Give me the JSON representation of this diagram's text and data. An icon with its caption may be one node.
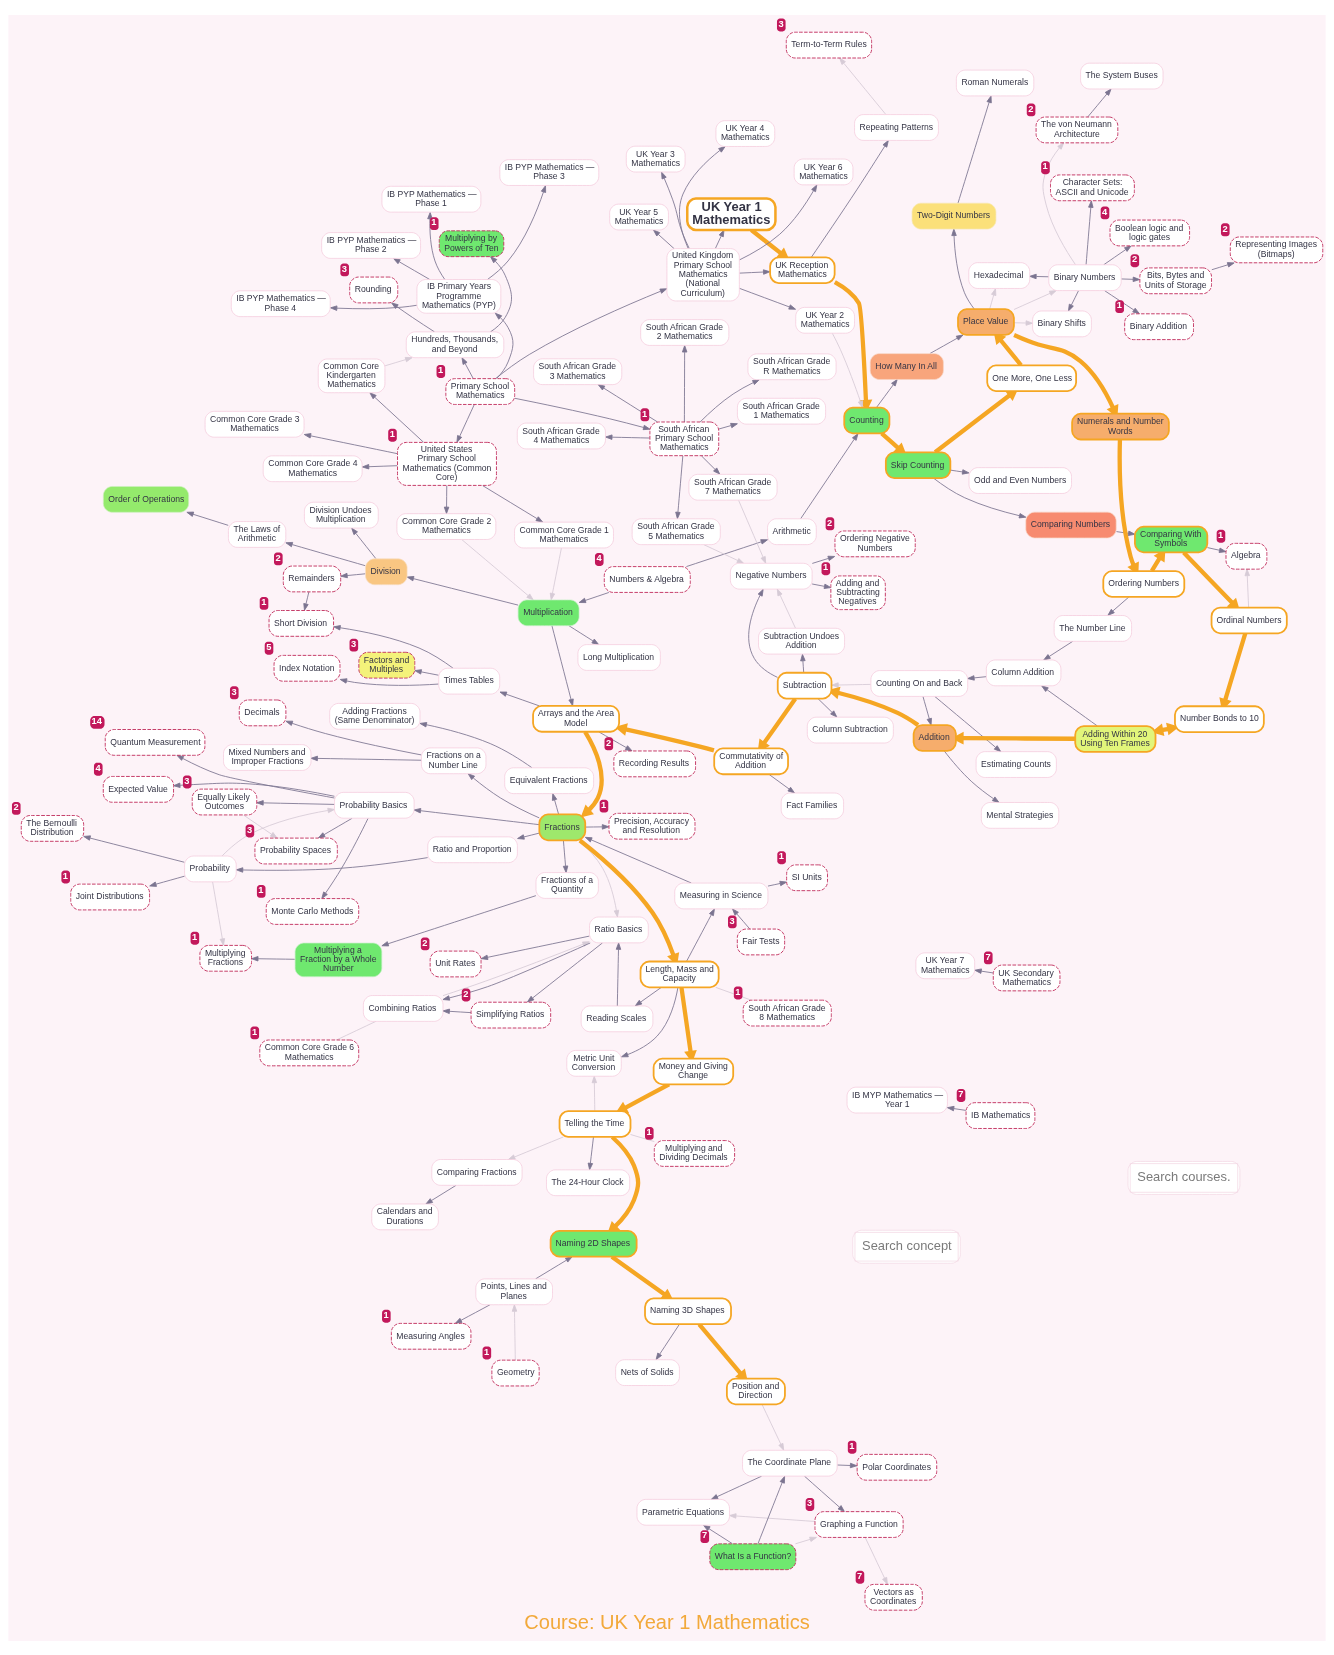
{
  "diagram": {
    "caption": "Course: UK Year 1 Mathematics",
    "nodes": [
      {
        "text": [
          "UK Year 5 Mathematics"
        ]
      },
      {
        "text": [
          "UK Year 1 Mathematics"
        ]
      },
      {
        "text": [
          "UK Year 4 Mathematics"
        ]
      },
      {
        "text": [
          "Repeating Patterns"
        ]
      },
      {
        "text": [
          "Term-to-Term Rules"
        ],
        "beside": [
          "3"
        ]
      },
      {
        "text": [
          "IB PYP Mathematics — Phase 1"
        ]
      },
      {
        "text": [
          "UK Year 6 Mathematics"
        ]
      },
      {
        "text": [
          "Multiplying by Powers of Ten"
        ],
        "beside": [
          "1"
        ]
      },
      {
        "text": [
          "United Kingdom Primary School Mathematics (National Curriculum)"
        ]
      },
      {
        "text": [
          "UK Reception Mathematics"
        ]
      },
      {
        "text": [
          "UK Year 2 Mathematics"
        ]
      },
      {
        "text": [
          "IB PYP Mathematics — Phase 3"
        ]
      },
      {
        "text": [
          "Odd and Even Numbers"
        ]
      },
      {
        "text": [
          "Counting"
        ]
      },
      {
        "text": [
          "Rounding"
        ],
        "beside": [
          "3"
        ]
      },
      {
        "text": [
          "IB PYP Mathematics — Phase 4"
        ]
      },
      {
        "text": [
          "Hundreds, Thousands, and Beyond"
        ]
      },
      {
        "text": [
          "UK Year 3 Mathematics"
        ]
      },
      {
        "text": [
          "Skip Counting"
        ]
      },
      {
        "text": [
          "IB Primary Years Programme Mathematics (PYP)"
        ]
      },
      {
        "text": [
          "IB PYP Mathematics — Phase 2"
        ]
      },
      {
        "text": [
          "How Many In All"
        ]
      },
      {
        "text": [
          "Common Core Kindergarten Mathematics"
        ]
      },
      {
        "text": [
          "One More, One Less"
        ]
      },
      {
        "text": [
          "Roman Numerals"
        ]
      },
      {
        "text": [
          "Arithmetic"
        ]
      },
      {
        "text": [
          "Two-Digit Numbers"
        ]
      },
      {
        "text": [
          "The von Neumann Architecture"
        ],
        "beside": [
          "2"
        ]
      },
      {
        "text": [
          "Common Core Grade 4 Mathematics"
        ]
      },
      {
        "text": [
          "Hexadecimal"
        ]
      },
      {
        "text": [
          "Primary School Mathematics"
        ],
        "beside": [
          "1"
        ]
      },
      {
        "text": [
          "Place Value"
        ]
      },
      {
        "text": [
          "Comparing Numbers"
        ]
      },
      {
        "text": [
          "South African Grade 4 Mathematics"
        ]
      },
      {
        "text": [
          "South African Grade R Mathematics"
        ]
      },
      {
        "text": [
          "Binary Shifts"
        ]
      },
      {
        "text": [
          "Boolean logic and logic gates"
        ],
        "beside": [
          "4"
        ]
      },
      {
        "text": [
          "United States Primary School Mathematics (Common Core)"
        ],
        "beside": [
          "1"
        ]
      },
      {
        "text": [
          "Numerals and Number Words"
        ]
      },
      {
        "text": [
          "Character Sets: ASCII and Unicode"
        ],
        "beside": [
          "1"
        ]
      },
      {
        "text": [
          "South African Grade 3 Mathematics"
        ]
      },
      {
        "text": [
          "Binary Numbers"
        ]
      },
      {
        "text": [
          "The System Buses"
        ]
      },
      {
        "text": [
          "UK Year 7 Mathematics"
        ]
      },
      {
        "text": [
          "Representing Images (Bitmaps)"
        ],
        "beside": [
          "2"
        ]
      },
      {
        "text": [
          "Bits, Bytes and Units of Storage"
        ],
        "beside": [
          "2"
        ]
      },
      {
        "text": [
          "Numbers & Algebra"
        ],
        "beside": [
          "4"
        ]
      },
      {
        "text": [
          "Ordering Numbers"
        ]
      },
      {
        "text": [
          "Binary Addition"
        ],
        "beside": [
          "1"
        ]
      },
      {
        "text": [
          "South African Primary School Mathematics"
        ],
        "beside": [
          "1"
        ]
      },
      {
        "text": [
          "South African Grade 1 Mathematics"
        ]
      },
      {
        "text": [
          "UK Secondary Mathematics"
        ],
        "beside": [
          "7"
        ]
      },
      {
        "text": [
          "Common Core Grade 3 Mathematics"
        ]
      },
      {
        "text": [
          "Common Core Grade 1 Mathematics"
        ]
      },
      {
        "text": [
          "Common Core Grade 2 Mathematics"
        ]
      },
      {
        "text": [
          "Comparing With Symbols"
        ]
      },
      {
        "text": [
          "South African Grade 2 Mathematics"
        ]
      },
      {
        "text": [
          "Algebra"
        ],
        "beside": [
          "1"
        ]
      },
      {
        "text": [
          "The Number Line"
        ]
      },
      {
        "text": [
          "IB MYP Mathematics — Year 1"
        ]
      },
      {
        "text": [
          "IB Mathematics"
        ],
        "beside": [
          "7"
        ]
      },
      {
        "text": [
          "South African Grade 5 Mathematics"
        ]
      },
      {
        "text": [
          "South African Grade 7 Mathematics"
        ]
      },
      {
        "text": [
          "Ordinal Numbers"
        ]
      },
      {
        "text": [
          "Multiplication"
        ]
      },
      {
        "text": [
          "Long Multiplication"
        ]
      },
      {
        "text": [
          "Column Addition"
        ]
      },
      {
        "text": [
          "Number Bonds to 10"
        ]
      },
      {
        "text": [
          "Counting On and Back"
        ]
      },
      {
        "text": [
          "Estimating Counts"
        ]
      },
      {
        "text": [
          "Mental Strategies"
        ]
      },
      {
        "text": [
          "Adding Within 20 Using Ten Frames"
        ]
      },
      {
        "text": [
          "Order of Operations"
        ]
      },
      {
        "text": [
          "The Laws of Arithmetic"
        ]
      },
      {
        "text": [
          "Addition"
        ]
      },
      {
        "text": [
          "Remainders"
        ],
        "beside": [
          "2"
        ]
      },
      {
        "text": [
          "Ordering Negative Numbers"
        ],
        "beside": [
          "2"
        ]
      },
      {
        "text": [
          "Short Division"
        ],
        "beside": [
          "1"
        ]
      },
      {
        "text": [
          "Division"
        ]
      },
      {
        "text": [
          "Negative Numbers"
        ]
      },
      {
        "text": [
          "Subtraction"
        ]
      },
      {
        "text": [
          "Division Undoes Multiplication"
        ]
      },
      {
        "text": [
          "Adding and Subtracting Negatives"
        ],
        "beside": [
          "1"
        ]
      },
      {
        "text": [
          "Common Core Grade 6 Mathematics"
        ],
        "beside": [
          "1"
        ]
      },
      {
        "text": [
          "Vectors as Coordinates"
        ],
        "beside": [
          "7"
        ]
      },
      {
        "text": [
          "Index Notation"
        ],
        "beside": [
          "5"
        ]
      },
      {
        "text": [
          "Column Subtraction"
        ]
      },
      {
        "text": [
          "Subtraction Undoes Addition"
        ]
      },
      {
        "text": [
          "Fact Families"
        ]
      },
      {
        "text": [
          "Commutativity of Addition"
        ]
      },
      {
        "text": [
          "Times Tables"
        ]
      },
      {
        "text": [
          "Factors and Multiples"
        ],
        "beside": [
          "3"
        ]
      },
      {
        "text": [
          "Arrays and the Area Model"
        ]
      },
      {
        "text": [
          "Recording Results"
        ],
        "beside": [
          "2"
        ]
      },
      {
        "text": [
          "SI Units"
        ],
        "beside": [
          "1"
        ]
      },
      {
        "text": [
          "Combining Ratios"
        ]
      },
      {
        "text": [
          "Graphing a Function"
        ],
        "beside": [
          "3"
        ]
      },
      {
        "text": [
          "Polar Coordinates"
        ],
        "beside": [
          "1"
        ]
      },
      {
        "text": [
          "Multiplying Fractions"
        ],
        "beside": [
          "1"
        ]
      },
      {
        "text": [
          "Multiplying a Fraction by a Whole Number"
        ]
      },
      {
        "text": [
          "Fractions of a Quantity"
        ]
      },
      {
        "text": [
          "Measuring in Science"
        ]
      },
      {
        "text": [
          "Fractions"
        ]
      },
      {
        "text": [
          "Reading Scales"
        ]
      },
      {
        "text": [
          "Ratio Basics"
        ]
      },
      {
        "text": [
          "Fair Tests"
        ],
        "beside": [
          "3"
        ]
      },
      {
        "text": [
          "Probability Spaces"
        ],
        "beside": [
          "3"
        ]
      },
      {
        "text": [
          "Ratio and Proportion"
        ]
      },
      {
        "text": [
          "Precision, Accuracy and Resolution"
        ],
        "beside": [
          "1"
        ]
      },
      {
        "text": [
          "Simplifying Ratios"
        ],
        "beside": [
          "2"
        ]
      },
      {
        "text": [
          "The Coordinate Plane"
        ]
      },
      {
        "text": [
          "What Is a Function?"
        ],
        "beside": [
          "7"
        ]
      },
      {
        "text": [
          "Length, Mass and Capacity"
        ]
      },
      {
        "text": [
          "Quantum Measurement"
        ],
        "beside": [
          "14"
        ]
      },
      {
        "text": [
          "Probability Basics"
        ]
      },
      {
        "text": [
          "Probability"
        ]
      },
      {
        "text": [
          "Expected Value"
        ],
        "beside": [
          "4"
        ]
      },
      {
        "text": [
          "Unit Rates"
        ],
        "beside": [
          "2"
        ]
      },
      {
        "text": [
          "Money and Giving Change"
        ]
      },
      {
        "text": [
          "Fractions on a Number Line"
        ]
      },
      {
        "text": [
          "Equivalent Fractions"
        ]
      },
      {
        "text": [
          "Mixed Numbers and Improper Fractions"
        ]
      },
      {
        "text": [
          "Multiplying and Dividing Decimals"
        ],
        "beside": [
          "1"
        ]
      },
      {
        "text": [
          "Parametric Equations"
        ]
      },
      {
        "text": [
          "The Bernoulli Distribution"
        ],
        "beside": [
          "2"
        ]
      },
      {
        "text": [
          "South African Grade 8 Mathematics"
        ],
        "beside": [
          "1"
        ]
      },
      {
        "text": [
          "Monte Carlo Methods"
        ],
        "beside": [
          "1"
        ]
      },
      {
        "text": [
          "Telling the Time"
        ]
      },
      {
        "text": [
          "Metric Unit Conversion"
        ]
      },
      {
        "text": [
          "Comparing Fractions"
        ]
      },
      {
        "text": [
          "Equally Likely Outcomes"
        ],
        "beside": [
          "3"
        ]
      },
      {
        "text": [
          "Joint Distributions"
        ],
        "beside": [
          "1"
        ]
      },
      {
        "text": [
          "Decimals"
        ],
        "beside": [
          "3"
        ]
      },
      {
        "text": [
          "Naming 2D Shapes"
        ]
      },
      {
        "text": [
          "Calendars and Durations"
        ]
      },
      {
        "text": [
          "Adding Fractions (Same Denominator)"
        ]
      },
      {
        "text": [
          "The 24-Hour Clock"
        ]
      },
      {
        "text": [
          "Naming 3D Shapes"
        ]
      },
      {
        "text": [
          "Geometry"
        ],
        "beside": [
          "1"
        ]
      },
      {
        "text": [
          "Points, Lines and Planes"
        ]
      },
      {
        "text": [
          "Position and Direction"
        ]
      },
      {
        "text": [
          "Measuring Angles"
        ],
        "beside": [
          "1"
        ]
      },
      {
        "text": [
          "Nets of Solids"
        ]
      }
    ],
    "edges": [
      {
        "from": 1,
        "to": 9,
        "arrow": "to",
        "style": "thick",
        "color": "#f5a623"
      },
      {
        "from": 9,
        "to": 13,
        "arrow": "to",
        "style": "thick",
        "color": "#f5a623"
      },
      {
        "from": 13,
        "to": 18,
        "arrow": "to",
        "style": "thick",
        "color": "#f5a623"
      },
      {
        "from": 18,
        "to": 23,
        "arrow": "to",
        "style": "thick",
        "color": "#f5a623"
      },
      {
        "from": 23,
        "to": 31,
        "arrow": "to",
        "style": "thick",
        "color": "#f5a623"
      },
      {
        "from": 31,
        "to": 38,
        "arrow": "to",
        "style": "thick",
        "color": "#f5a623"
      },
      {
        "from": 38,
        "to": 47,
        "arrow": "to",
        "style": "thick",
        "color": "#f5a623"
      },
      {
        "from": 47,
        "to": 55,
        "arrow": "to",
        "style": "thick",
        "color": "#f5a623"
      },
      {
        "from": 55,
        "to": 63,
        "arrow": "to",
        "style": "thick",
        "color": "#f5a623"
      },
      {
        "from": 63,
        "to": 67,
        "arrow": "to",
        "style": "thick",
        "color": "#f5a623"
      },
      {
        "from": 67,
        "to": 71,
        "arrow": "both",
        "style": "thick",
        "color": "#f5a623"
      },
      {
        "from": 71,
        "to": 74,
        "arrow": "to",
        "style": "thick",
        "color": "#f5a623"
      },
      {
        "from": 74,
        "to": 80,
        "arrow": "to",
        "style": "thick",
        "color": "#f5a623"
      },
      {
        "from": 80,
        "to": 89,
        "arrow": "to",
        "style": "thick",
        "color": "#f5a623"
      },
      {
        "from": 89,
        "to": 92,
        "arrow": "to",
        "style": "thick",
        "color": "#f5a623"
      },
      {
        "from": 92,
        "to": 102,
        "arrow": "to",
        "style": "thick",
        "color": "#f5a623"
      },
      {
        "from": 102,
        "to": 112,
        "arrow": "to",
        "style": "thick",
        "color": "#f5a623"
      },
      {
        "from": 112,
        "to": 118,
        "arrow": "to",
        "style": "thick",
        "color": "#f5a623"
      },
      {
        "from": 118,
        "to": 127,
        "arrow": "to",
        "style": "thick",
        "color": "#f5a623"
      },
      {
        "from": 127,
        "to": 133,
        "arrow": "to",
        "style": "thick",
        "color": "#f5a623"
      },
      {
        "from": 133,
        "to": 137,
        "arrow": "to",
        "style": "thick",
        "color": "#f5a623"
      },
      {
        "from": 137,
        "to": 140,
        "arrow": "to",
        "style": "thick",
        "color": "#f5a623"
      },
      {
        "from": 8,
        "to": 0,
        "arrow": "to"
      },
      {
        "from": 8,
        "to": 2,
        "arrow": "to"
      },
      {
        "from": 8,
        "to": 1,
        "arrow": "to"
      },
      {
        "from": 8,
        "to": 9,
        "arrow": "to"
      },
      {
        "from": 8,
        "to": 10,
        "arrow": "to"
      },
      {
        "from": 8,
        "to": 6,
        "arrow": "to"
      },
      {
        "from": 8,
        "to": 17,
        "arrow": "to"
      },
      {
        "from": 16,
        "to": 7,
        "arrow": "to"
      },
      {
        "from": 16,
        "to": 14,
        "arrow": "to"
      },
      {
        "from": 9,
        "to": 3,
        "arrow": "to"
      },
      {
        "from": 19,
        "to": 5,
        "arrow": "to"
      },
      {
        "from": 19,
        "to": 11,
        "arrow": "to"
      },
      {
        "from": 19,
        "to": 15,
        "arrow": "to"
      },
      {
        "from": 19,
        "to": 20,
        "arrow": "to"
      },
      {
        "from": 18,
        "to": 12,
        "arrow": "to"
      },
      {
        "from": 13,
        "to": 21,
        "arrow": "to"
      },
      {
        "from": 21,
        "to": 31,
        "arrow": "to"
      },
      {
        "from": 18,
        "to": 32,
        "arrow": "to"
      },
      {
        "from": 30,
        "to": 19,
        "arrow": "to"
      },
      {
        "from": 30,
        "to": 8,
        "arrow": "to"
      },
      {
        "from": 30,
        "to": 16,
        "arrow": "to"
      },
      {
        "from": 30,
        "to": 37,
        "arrow": "to"
      },
      {
        "from": 30,
        "to": 49,
        "arrow": "to"
      },
      {
        "from": 25,
        "to": 13,
        "arrow": "to"
      },
      {
        "from": 46,
        "to": 25,
        "arrow": "to"
      },
      {
        "from": 26,
        "to": 24,
        "arrow": "to"
      },
      {
        "from": 31,
        "to": 26,
        "arrow": "to"
      },
      {
        "from": 49,
        "to": 33,
        "arrow": "to"
      },
      {
        "from": 49,
        "to": 34,
        "arrow": "to"
      },
      {
        "from": 49,
        "to": 40,
        "arrow": "to"
      },
      {
        "from": 49,
        "to": 50,
        "arrow": "to"
      },
      {
        "from": 49,
        "to": 56,
        "arrow": "to"
      },
      {
        "from": 49,
        "to": 61,
        "arrow": "to"
      },
      {
        "from": 49,
        "to": 62,
        "arrow": "to"
      },
      {
        "from": 51,
        "to": 43,
        "arrow": "to"
      },
      {
        "from": 37,
        "to": 28,
        "arrow": "to"
      },
      {
        "from": 37,
        "to": 22,
        "arrow": "to"
      },
      {
        "from": 37,
        "to": 52,
        "arrow": "to"
      },
      {
        "from": 37,
        "to": 53,
        "arrow": "to"
      },
      {
        "from": 37,
        "to": 54,
        "arrow": "to"
      },
      {
        "from": 41,
        "to": 35,
        "arrow": "to"
      },
      {
        "from": 41,
        "to": 29,
        "arrow": "to"
      },
      {
        "from": 41,
        "to": 36,
        "arrow": "to"
      },
      {
        "from": 27,
        "to": 42,
        "arrow": "to"
      },
      {
        "from": 45,
        "to": 44,
        "arrow": "to"
      },
      {
        "from": 41,
        "to": 45,
        "arrow": "to"
      },
      {
        "from": 41,
        "to": 39,
        "arrow": "to"
      },
      {
        "from": 41,
        "to": 48,
        "arrow": "to"
      },
      {
        "from": 60,
        "to": 59,
        "arrow": "to"
      },
      {
        "from": 46,
        "to": 64,
        "arrow": "to"
      },
      {
        "from": 32,
        "to": 55,
        "arrow": "to"
      },
      {
        "from": 55,
        "to": 57,
        "arrow": "to"
      },
      {
        "from": 47,
        "to": 58,
        "arrow": "to"
      },
      {
        "from": 58,
        "to": 66,
        "arrow": "to"
      },
      {
        "from": 66,
        "to": 68,
        "arrow": "to"
      },
      {
        "from": 71,
        "to": 66,
        "arrow": "to"
      },
      {
        "from": 68,
        "to": 69,
        "arrow": "to"
      },
      {
        "from": 68,
        "to": 74,
        "arrow": "to"
      },
      {
        "from": 80,
        "to": 79,
        "arrow": "to"
      },
      {
        "from": 79,
        "to": 76,
        "arrow": "to"
      },
      {
        "from": 79,
        "to": 82,
        "arrow": "to"
      },
      {
        "from": 80,
        "to": 87,
        "arrow": "to"
      },
      {
        "from": 64,
        "to": 65,
        "arrow": "to"
      },
      {
        "from": 64,
        "to": 78,
        "arrow": "to"
      },
      {
        "from": 64,
        "to": 92,
        "arrow": "to"
      },
      {
        "from": 74,
        "to": 70,
        "arrow": "to"
      },
      {
        "from": 73,
        "to": 72,
        "arrow": "to"
      },
      {
        "from": 78,
        "to": 73,
        "arrow": "to"
      },
      {
        "from": 78,
        "to": 75,
        "arrow": "to"
      },
      {
        "from": 75,
        "to": 77,
        "arrow": "to"
      },
      {
        "from": 78,
        "to": 81,
        "arrow": "to"
      },
      {
        "from": 90,
        "to": 77,
        "arrow": "to"
      },
      {
        "from": 90,
        "to": 85,
        "arrow": "to"
      },
      {
        "from": 90,
        "to": 91,
        "arrow": "to"
      },
      {
        "from": 92,
        "to": 90,
        "arrow": "to"
      },
      {
        "from": 80,
        "to": 86,
        "arrow": "to"
      },
      {
        "from": 89,
        "to": 88,
        "arrow": "to"
      },
      {
        "from": 92,
        "to": 93,
        "arrow": "to"
      },
      {
        "from": 101,
        "to": 94,
        "arrow": "to"
      },
      {
        "from": 102,
        "to": 100,
        "arrow": "to"
      },
      {
        "from": 105,
        "to": 101,
        "arrow": "to"
      },
      {
        "from": 100,
        "to": 99,
        "arrow": "to"
      },
      {
        "from": 99,
        "to": 98,
        "arrow": "to"
      },
      {
        "from": 101,
        "to": 102,
        "arrow": "to"
      },
      {
        "from": 102,
        "to": 107,
        "arrow": "to"
      },
      {
        "from": 102,
        "to": 114,
        "arrow": "to"
      },
      {
        "from": 107,
        "to": 115,
        "arrow": "to"
      },
      {
        "from": 114,
        "to": 106,
        "arrow": "to"
      },
      {
        "from": 114,
        "to": 113,
        "arrow": "to"
      },
      {
        "from": 114,
        "to": 116,
        "arrow": "to"
      },
      {
        "from": 114,
        "to": 126,
        "arrow": "to"
      },
      {
        "from": 114,
        "to": 130,
        "arrow": "to"
      },
      {
        "from": 115,
        "to": 124,
        "arrow": "to"
      },
      {
        "from": 115,
        "to": 131,
        "arrow": "to"
      },
      {
        "from": 102,
        "to": 120,
        "arrow": "to"
      },
      {
        "from": 120,
        "to": 135,
        "arrow": "to"
      },
      {
        "from": 112,
        "to": 128,
        "arrow": "to"
      },
      {
        "from": 127,
        "to": 136,
        "arrow": "to"
      },
      {
        "from": 137,
        "to": 142,
        "arrow": "to"
      },
      {
        "from": 119,
        "to": 121,
        "arrow": "to"
      },
      {
        "from": 102,
        "to": 119,
        "arrow": "to"
      },
      {
        "from": 119,
        "to": 132,
        "arrow": "to"
      },
      {
        "from": 102,
        "to": 108,
        "arrow": "to"
      },
      {
        "from": 112,
        "to": 103,
        "arrow": "to"
      },
      {
        "from": 103,
        "to": 104,
        "arrow": "to"
      },
      {
        "from": 104,
        "to": 95,
        "arrow": "to"
      },
      {
        "from": 109,
        "to": 95,
        "arrow": "to"
      },
      {
        "from": 104,
        "to": 109,
        "arrow": "to"
      },
      {
        "from": 104,
        "to": 117,
        "arrow": "to"
      },
      {
        "from": 110,
        "to": 96,
        "arrow": "to"
      },
      {
        "from": 110,
        "to": 97,
        "arrow": "to"
      },
      {
        "from": 110,
        "to": 123,
        "arrow": "to"
      },
      {
        "from": 111,
        "to": 110,
        "arrow": "to"
      },
      {
        "from": 111,
        "to": 123,
        "arrow": "to"
      },
      {
        "from": 112,
        "to": 101,
        "arrow": "to"
      },
      {
        "from": 129,
        "to": 134,
        "arrow": "to"
      },
      {
        "from": 139,
        "to": 133,
        "arrow": "to"
      },
      {
        "from": 139,
        "to": 141,
        "arrow": "to"
      },
      {
        "from": 3,
        "to": 4,
        "arrow": "to",
        "color": "#d6cbd6"
      },
      {
        "from": 31,
        "to": 35,
        "arrow": "to",
        "color": "#d6cbd6"
      },
      {
        "from": 31,
        "to": 29,
        "arrow": "to",
        "color": "#d6cbd6"
      },
      {
        "from": 31,
        "to": 41,
        "arrow": "to",
        "color": "#d6cbd6"
      },
      {
        "from": 22,
        "to": 16,
        "arrow": "to",
        "color": "#d6cbd6"
      },
      {
        "from": 41,
        "to": 27,
        "arrow": "to",
        "color": "#d6cbd6"
      },
      {
        "from": 63,
        "to": 57,
        "arrow": "to",
        "color": "#d6cbd6"
      },
      {
        "from": 53,
        "to": 64,
        "arrow": "to",
        "color": "#d6cbd6"
      },
      {
        "from": 54,
        "to": 64,
        "arrow": "to",
        "color": "#d6cbd6"
      },
      {
        "from": 62,
        "to": 79,
        "arrow": "to",
        "color": "#d6cbd6"
      },
      {
        "from": 61,
        "to": 79,
        "arrow": "to",
        "color": "#d6cbd6"
      },
      {
        "from": 87,
        "to": 79,
        "arrow": "to",
        "color": "#d6cbd6"
      },
      {
        "from": 68,
        "to": 80,
        "arrow": "to",
        "color": "#d6cbd6"
      },
      {
        "from": 115,
        "to": 114,
        "arrow": "to",
        "color": "#d6cbd6"
      },
      {
        "from": 115,
        "to": 98,
        "arrow": "to",
        "color": "#d6cbd6"
      },
      {
        "from": 130,
        "to": 106,
        "arrow": "to",
        "color": "#d6cbd6"
      },
      {
        "from": 102,
        "to": 104,
        "arrow": "to",
        "color": "#d6cbd6"
      },
      {
        "from": 95,
        "to": 104,
        "arrow": "to",
        "color": "#d6cbd6"
      },
      {
        "from": 96,
        "to": 123,
        "arrow": "to",
        "color": "#d6cbd6"
      },
      {
        "from": 111,
        "to": 96,
        "arrow": "to",
        "color": "#d6cbd6"
      },
      {
        "from": 96,
        "to": 84,
        "arrow": "to",
        "color": "#d6cbd6"
      },
      {
        "from": 83,
        "to": 95,
        "arrow": "none",
        "color": "#d6cbd6"
      },
      {
        "from": 140,
        "to": 110,
        "arrow": "to",
        "color": "#d6cbd6"
      },
      {
        "from": 138,
        "to": 139,
        "arrow": "to",
        "color": "#d6cbd6"
      },
      {
        "from": 127,
        "to": 128,
        "arrow": "to",
        "color": "#d6cbd6"
      },
      {
        "from": 122,
        "to": 127,
        "arrow": "none",
        "color": "#d6cbd6"
      },
      {
        "from": 127,
        "to": 129,
        "arrow": "to",
        "color": "#d6cbd6"
      },
      {
        "from": 112,
        "to": 125,
        "arrow": "none",
        "color": "#d6cbd6"
      },
      {
        "from": 10,
        "to": 13,
        "arrow": "to",
        "color": "#d6cbd6"
      }
    ],
    "labels": [
      "Search courses.",
      "Search concept"
    ]
  }
}
